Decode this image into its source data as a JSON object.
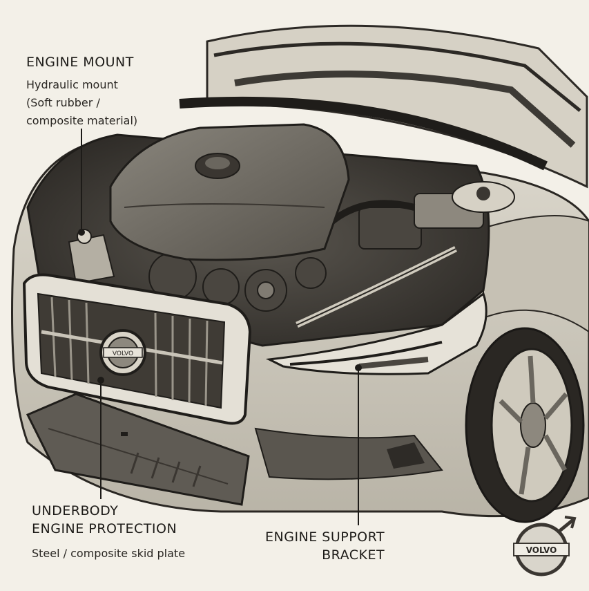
{
  "callouts": {
    "engine_mount": {
      "title": "ENGINE MOUNT",
      "desc_lines": [
        "Hydraulic mount",
        "(Soft rubber /",
        "composite material)"
      ]
    },
    "underbody": {
      "title_lines": [
        "UNDERBODY",
        "ENGINE  PROTECTION"
      ],
      "desc": "Steel / composite skid plate"
    },
    "support_bracket": {
      "title_lines": [
        "ENGINE SUPPORT",
        "BRACKET"
      ]
    }
  },
  "badges": {
    "grille_badge": "VOLVO",
    "corner_logo": "VOLVO"
  },
  "colors": {
    "background": "#f3f0e8",
    "ink": "#1d1b18",
    "body_paint": "#cfcabd",
    "engine_cover": "#6f6b63",
    "dark_parts": "#3a3631"
  }
}
